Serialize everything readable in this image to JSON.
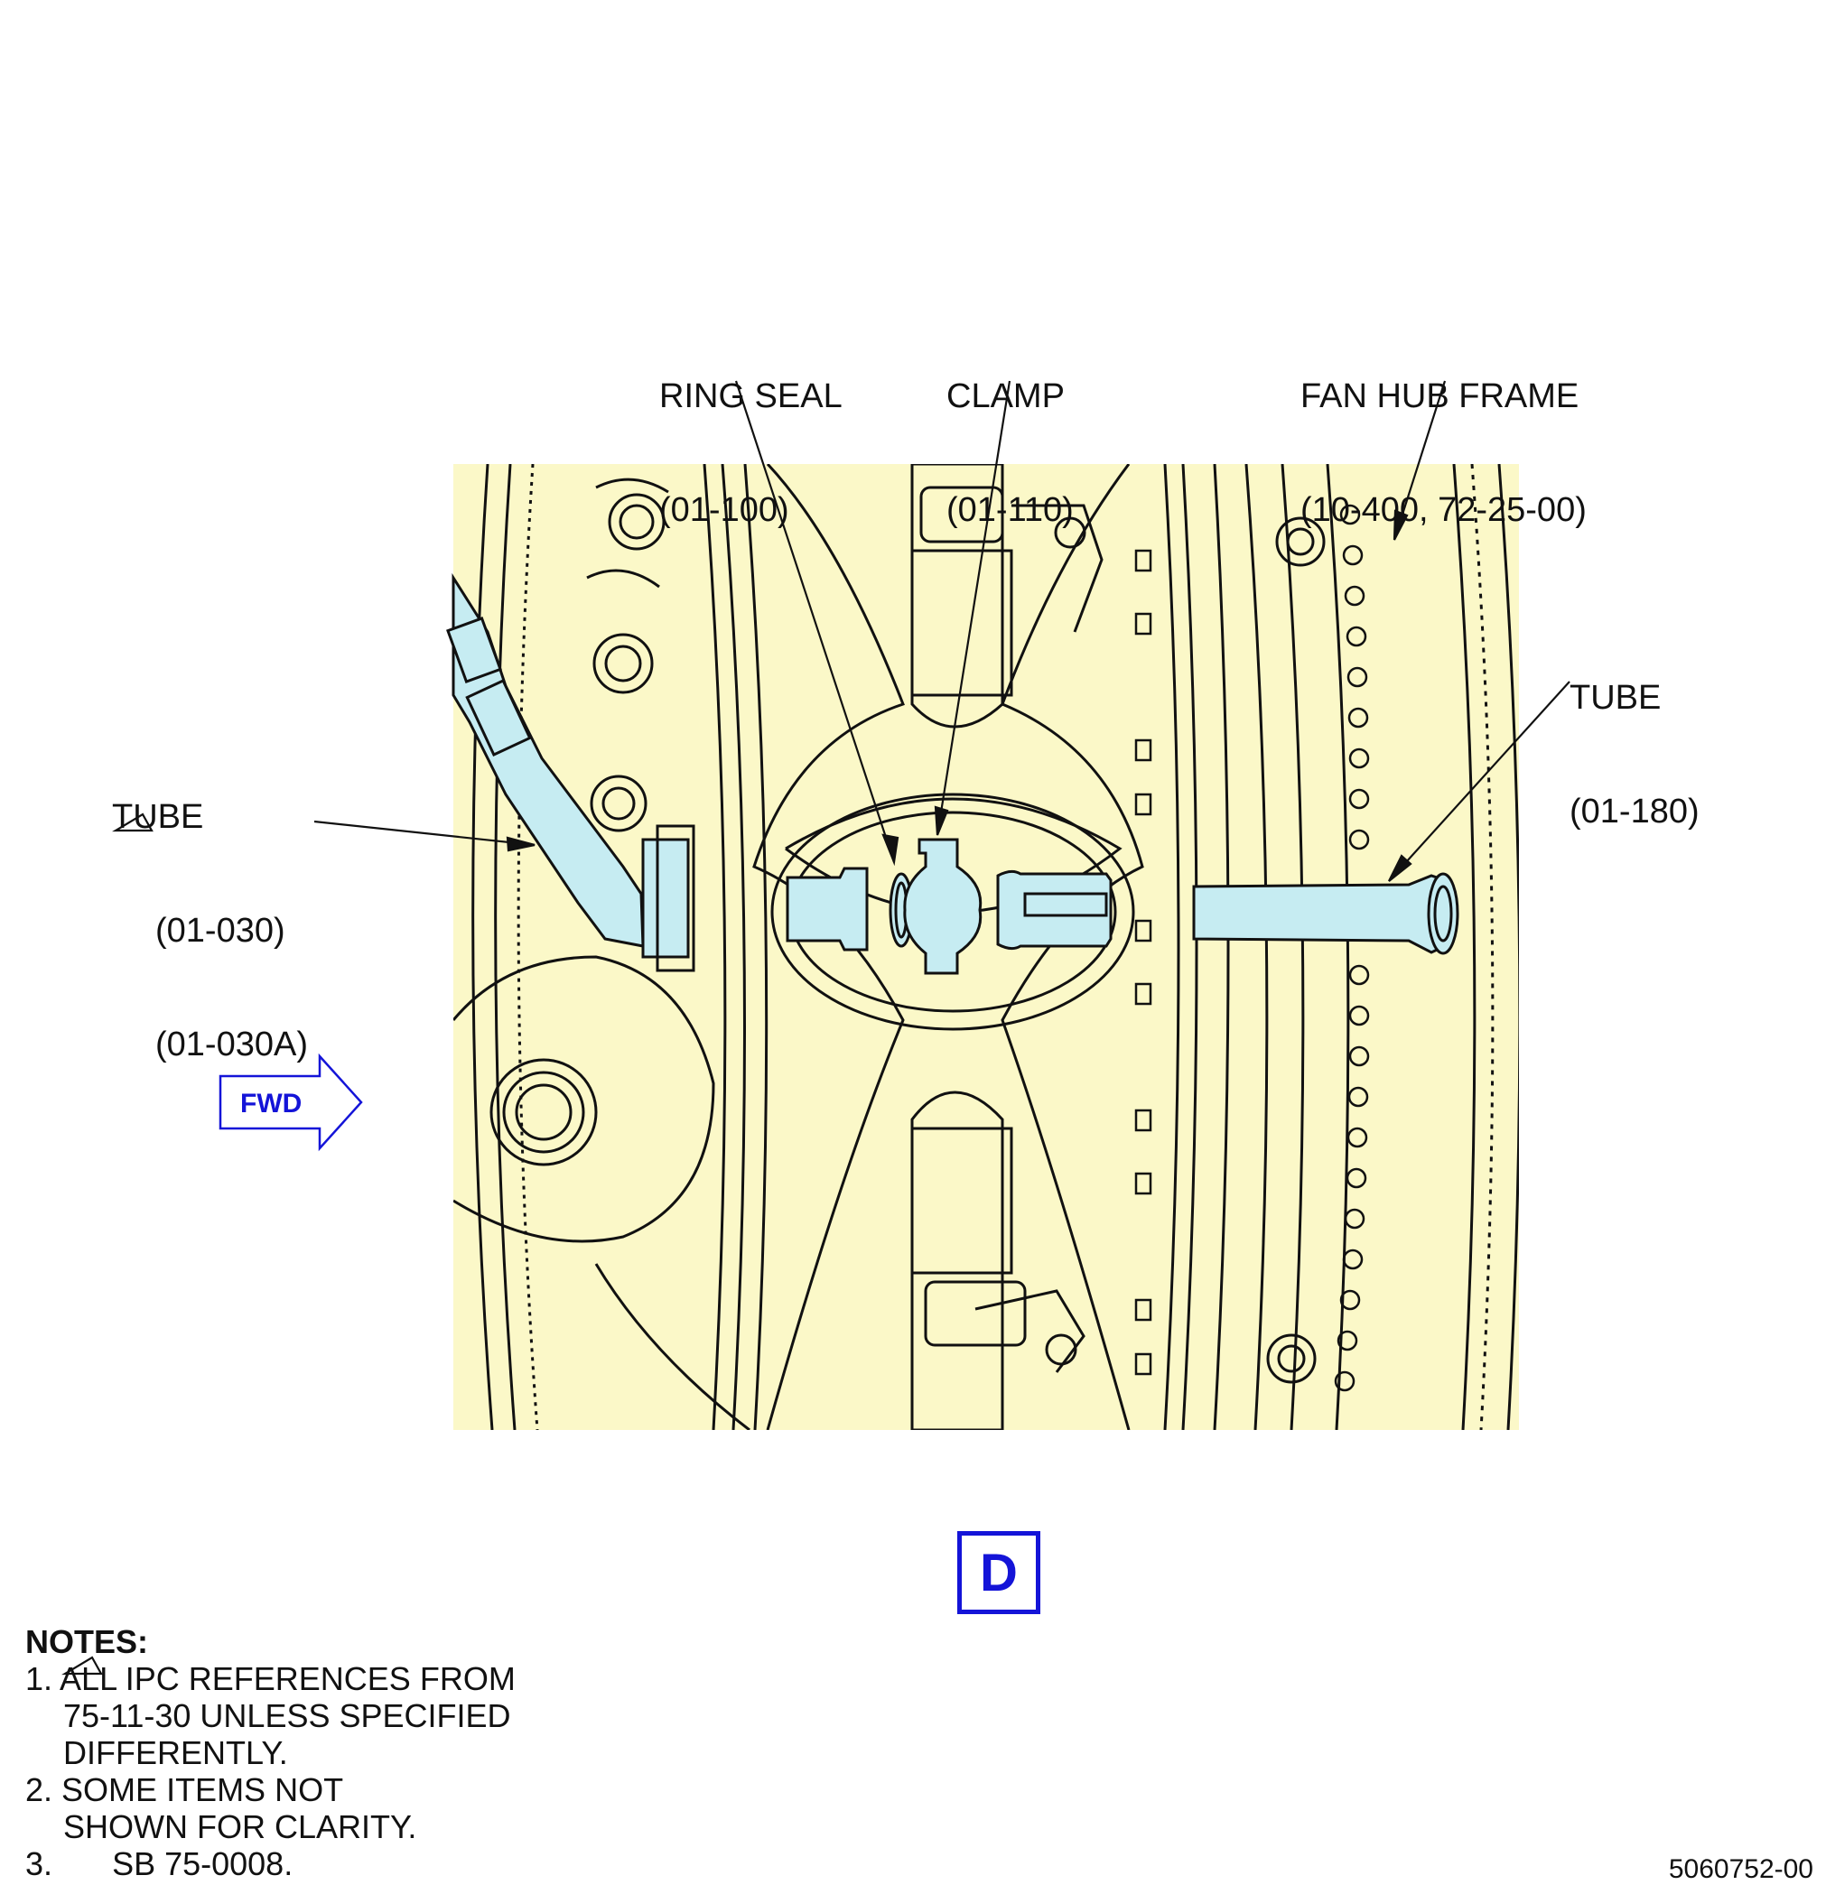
{
  "callouts": {
    "ring_seal": {
      "name": "RING SEAL",
      "ref": "(01-100)"
    },
    "clamp": {
      "name": "CLAMP",
      "ref": "(01-110)"
    },
    "fan_hub_frame": {
      "name": "FAN HUB FRAME",
      "ref": "(10-400, 72-25-00)"
    },
    "tube_right": {
      "name": "TUBE",
      "ref": "(01-180)"
    },
    "tube_left": {
      "name": "TUBE",
      "ref": "(01-030)",
      "ref_alt": "(01-030A)"
    }
  },
  "fwd_label": "FWD",
  "view_label": "D",
  "notes": {
    "title": "NOTES:",
    "items": [
      {
        "num": "1.",
        "lines": [
          "ALL IPC REFERENCES FROM",
          "75-11-30 UNLESS SPECIFIED",
          "DIFFERENTLY."
        ]
      },
      {
        "num": "2.",
        "lines": [
          "SOME ITEMS NOT",
          "SHOWN FOR CLARITY."
        ]
      },
      {
        "num": "3.",
        "lines": [
          "SB 75-0008."
        ]
      }
    ]
  },
  "doc_number": "5060752-00",
  "colors": {
    "panel": "#fbf8c8",
    "part_highlight": "#c6ecf2",
    "accent_blue": "#1414d8",
    "line": "#111111"
  }
}
